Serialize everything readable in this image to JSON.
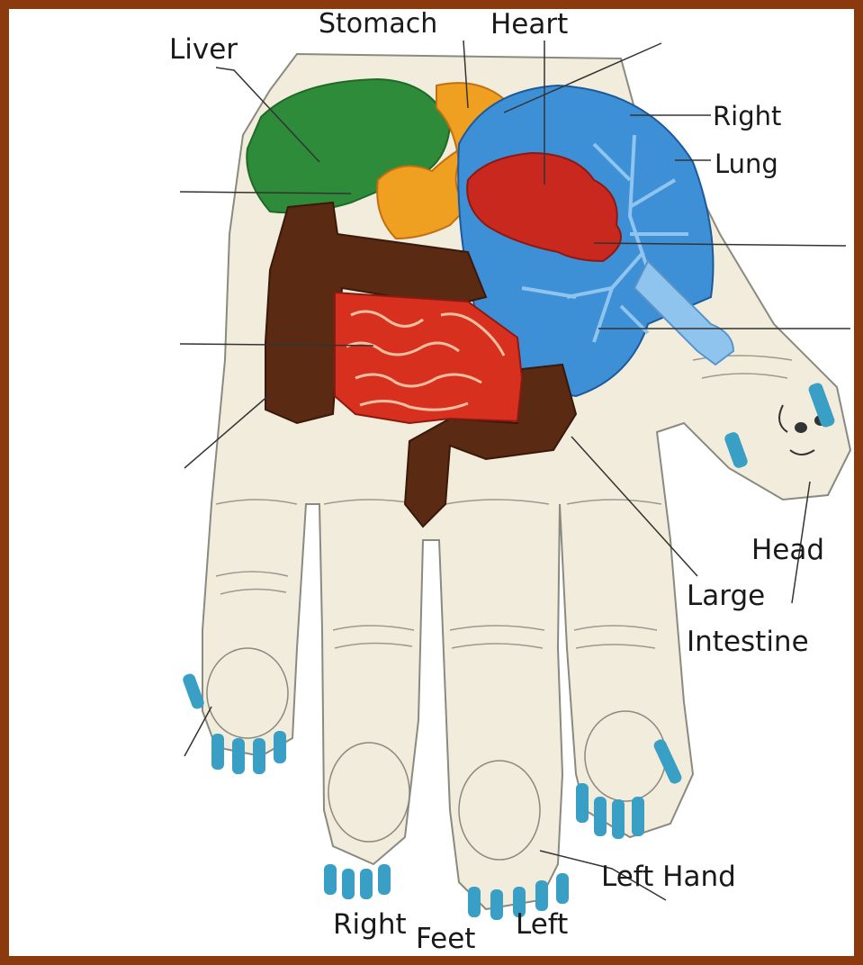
{
  "labels": {
    "liver": "Liver",
    "stomach": "Stomach",
    "heart": "Heart",
    "right_lung_1": "Right",
    "right_lung_2": "Lung",
    "head": "Head",
    "large_intestine_1": "Large",
    "large_intestine_2": "Intestine",
    "left_hand": "Left Hand",
    "right": "Right",
    "feet": "Feet",
    "left": "Left"
  },
  "colors": {
    "frame": "#8b3a0e",
    "skin": "#f1ecdc",
    "liver": "#2e8b3a",
    "stomach": "#f0a020",
    "heart": "#c8281e",
    "lung": "#3d8fd6",
    "intestine_large": "#5a2a12",
    "intestine_small": "#d8301e",
    "toes": "#3a9fc4"
  }
}
